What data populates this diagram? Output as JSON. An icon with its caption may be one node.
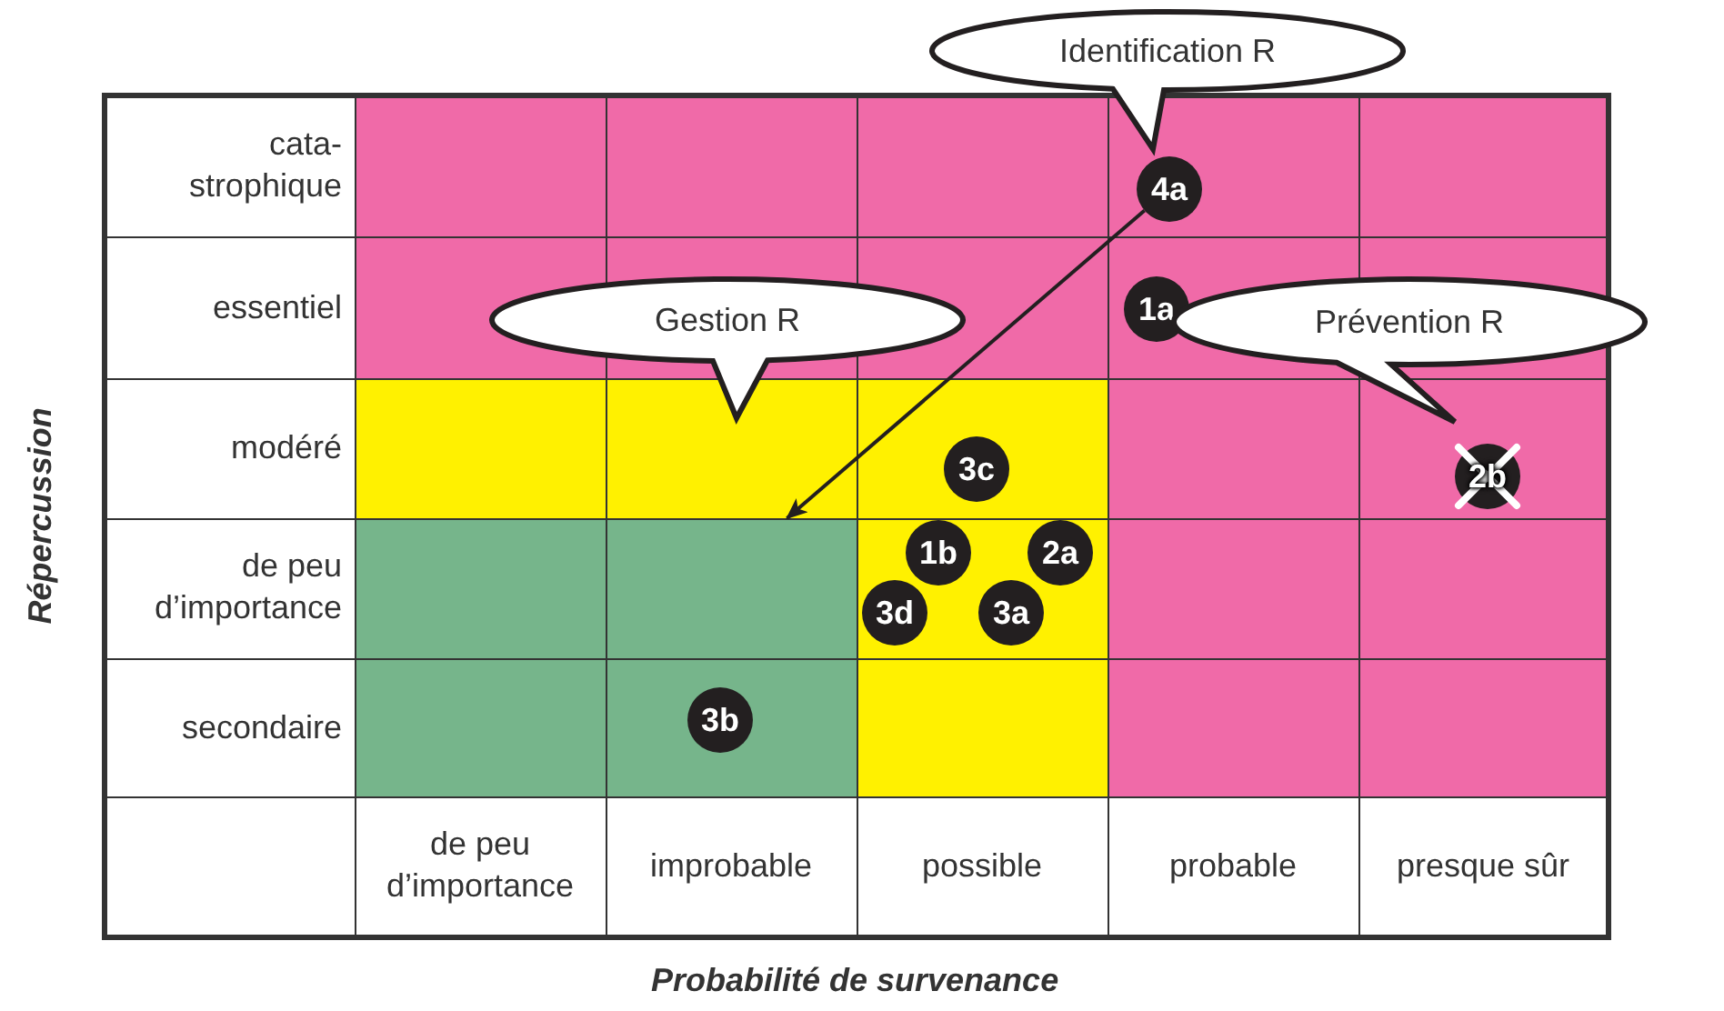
{
  "diagram": {
    "nodes": [
      {
        "text": [
          "Identification R"
        ]
      },
      {
        "text": [
          "4a"
        ]
      },
      {
        "text": [
          "Gestion R"
        ]
      },
      {
        "text": [
          "1a"
        ]
      },
      {
        "text": [
          "Prévention R"
        ]
      },
      {
        "text": [
          "3c"
        ]
      },
      {
        "text": [
          "2b"
        ]
      },
      {
        "text": [
          "1b"
        ]
      },
      {
        "text": [
          "2a"
        ]
      },
      {
        "text": [
          "3d"
        ]
      },
      {
        "text": [
          "3a"
        ]
      },
      {
        "text": [
          "3b"
        ]
      },
      {
        "text": [],
        "shape": "box"
      }
    ],
    "edges": [
      {
        "from": 1,
        "to": 12,
        "arrow": "to"
      }
    ],
    "labels": [
      "cata-strophique",
      "essentiel",
      "modéré",
      "de peu d’importance",
      "secondaire",
      "de peu d’importance",
      "improbable",
      "possible",
      "probable",
      "presque sûr",
      "Répercussion",
      "Probabilité de survenance"
    ]
  }
}
